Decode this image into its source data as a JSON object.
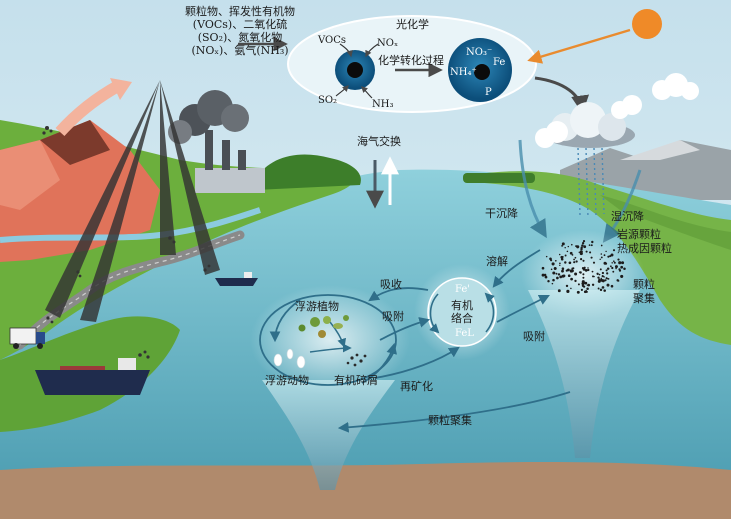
{
  "emissions": {
    "line1": "颗粒物、挥发性有机物",
    "line2": "(VOCs)、二氧化硫",
    "line3": "(SO₂)、氮氧化物",
    "line4": "(NOₓ)、氨气(NH₃)"
  },
  "photochem": {
    "title": "光化学",
    "process": "化学转化过程",
    "vocs": "VOCs",
    "nox": "NOₓ",
    "so2": "SO₂",
    "nh3": "NH₃",
    "no3": "NO₃⁻",
    "fe": "Fe",
    "nh4": "NH₄⁺",
    "p": "P"
  },
  "sea_air": "海气交换",
  "dry_dep": "干沉降",
  "wet_dep": "湿沉降",
  "particles": {
    "rock_line1": "岩源颗粒",
    "rock_line2": "热成因颗粒",
    "agg_line1": "颗粒",
    "agg_line2": "聚集"
  },
  "dissolve": "溶解",
  "absorb": "吸收",
  "adsorb1": "吸附",
  "adsorb2": "吸附",
  "iron": {
    "fe_prime": "Fe'",
    "organic_line1": "有机",
    "organic_line2": "络合",
    "fel": "FeL"
  },
  "bio": {
    "phyto": "浮游植物",
    "zoo": "浮游动物",
    "detritus": "有机碎屑"
  },
  "remineral": "再矿化",
  "agg_bottom": "颗粒聚集",
  "colors": {
    "sky": "#c8e3ee",
    "ocean": "#6fb7c8",
    "land": "#6fae3f",
    "mountain": "#e07a5f",
    "sediment": "#b08a6c",
    "sun": "#f08a24",
    "accent_arrow": "#555555"
  }
}
